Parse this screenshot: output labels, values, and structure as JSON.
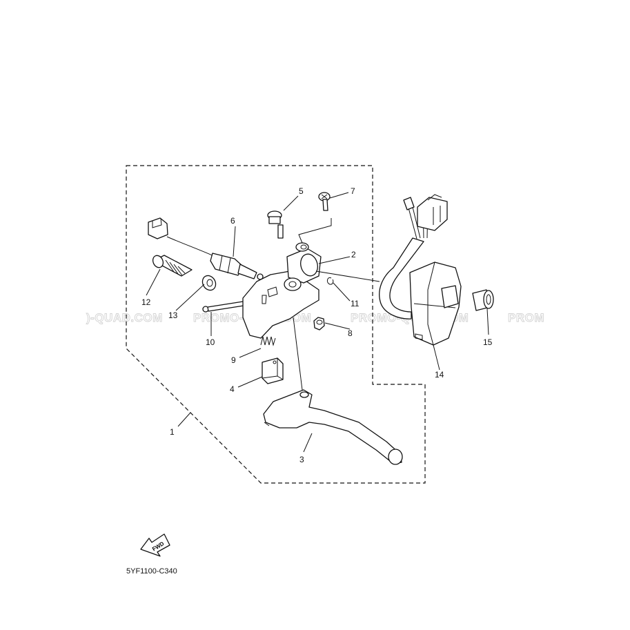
{
  "watermark": "PROMO-QUAD.COM",
  "watermark_partial_left": ")-QUAD.COM",
  "watermark_partial_right": "PROM",
  "diagram_code": "5YF1100-C340",
  "fwd_label": "FWD",
  "callouts": {
    "c1": "1",
    "c2": "2",
    "c3": "3",
    "c4": "4",
    "c5": "5",
    "c6": "6",
    "c7": "7",
    "c8": "8",
    "c9": "9",
    "c10": "10",
    "c11": "11",
    "c12": "12",
    "c13": "13",
    "c14": "14",
    "c15": "15"
  }
}
